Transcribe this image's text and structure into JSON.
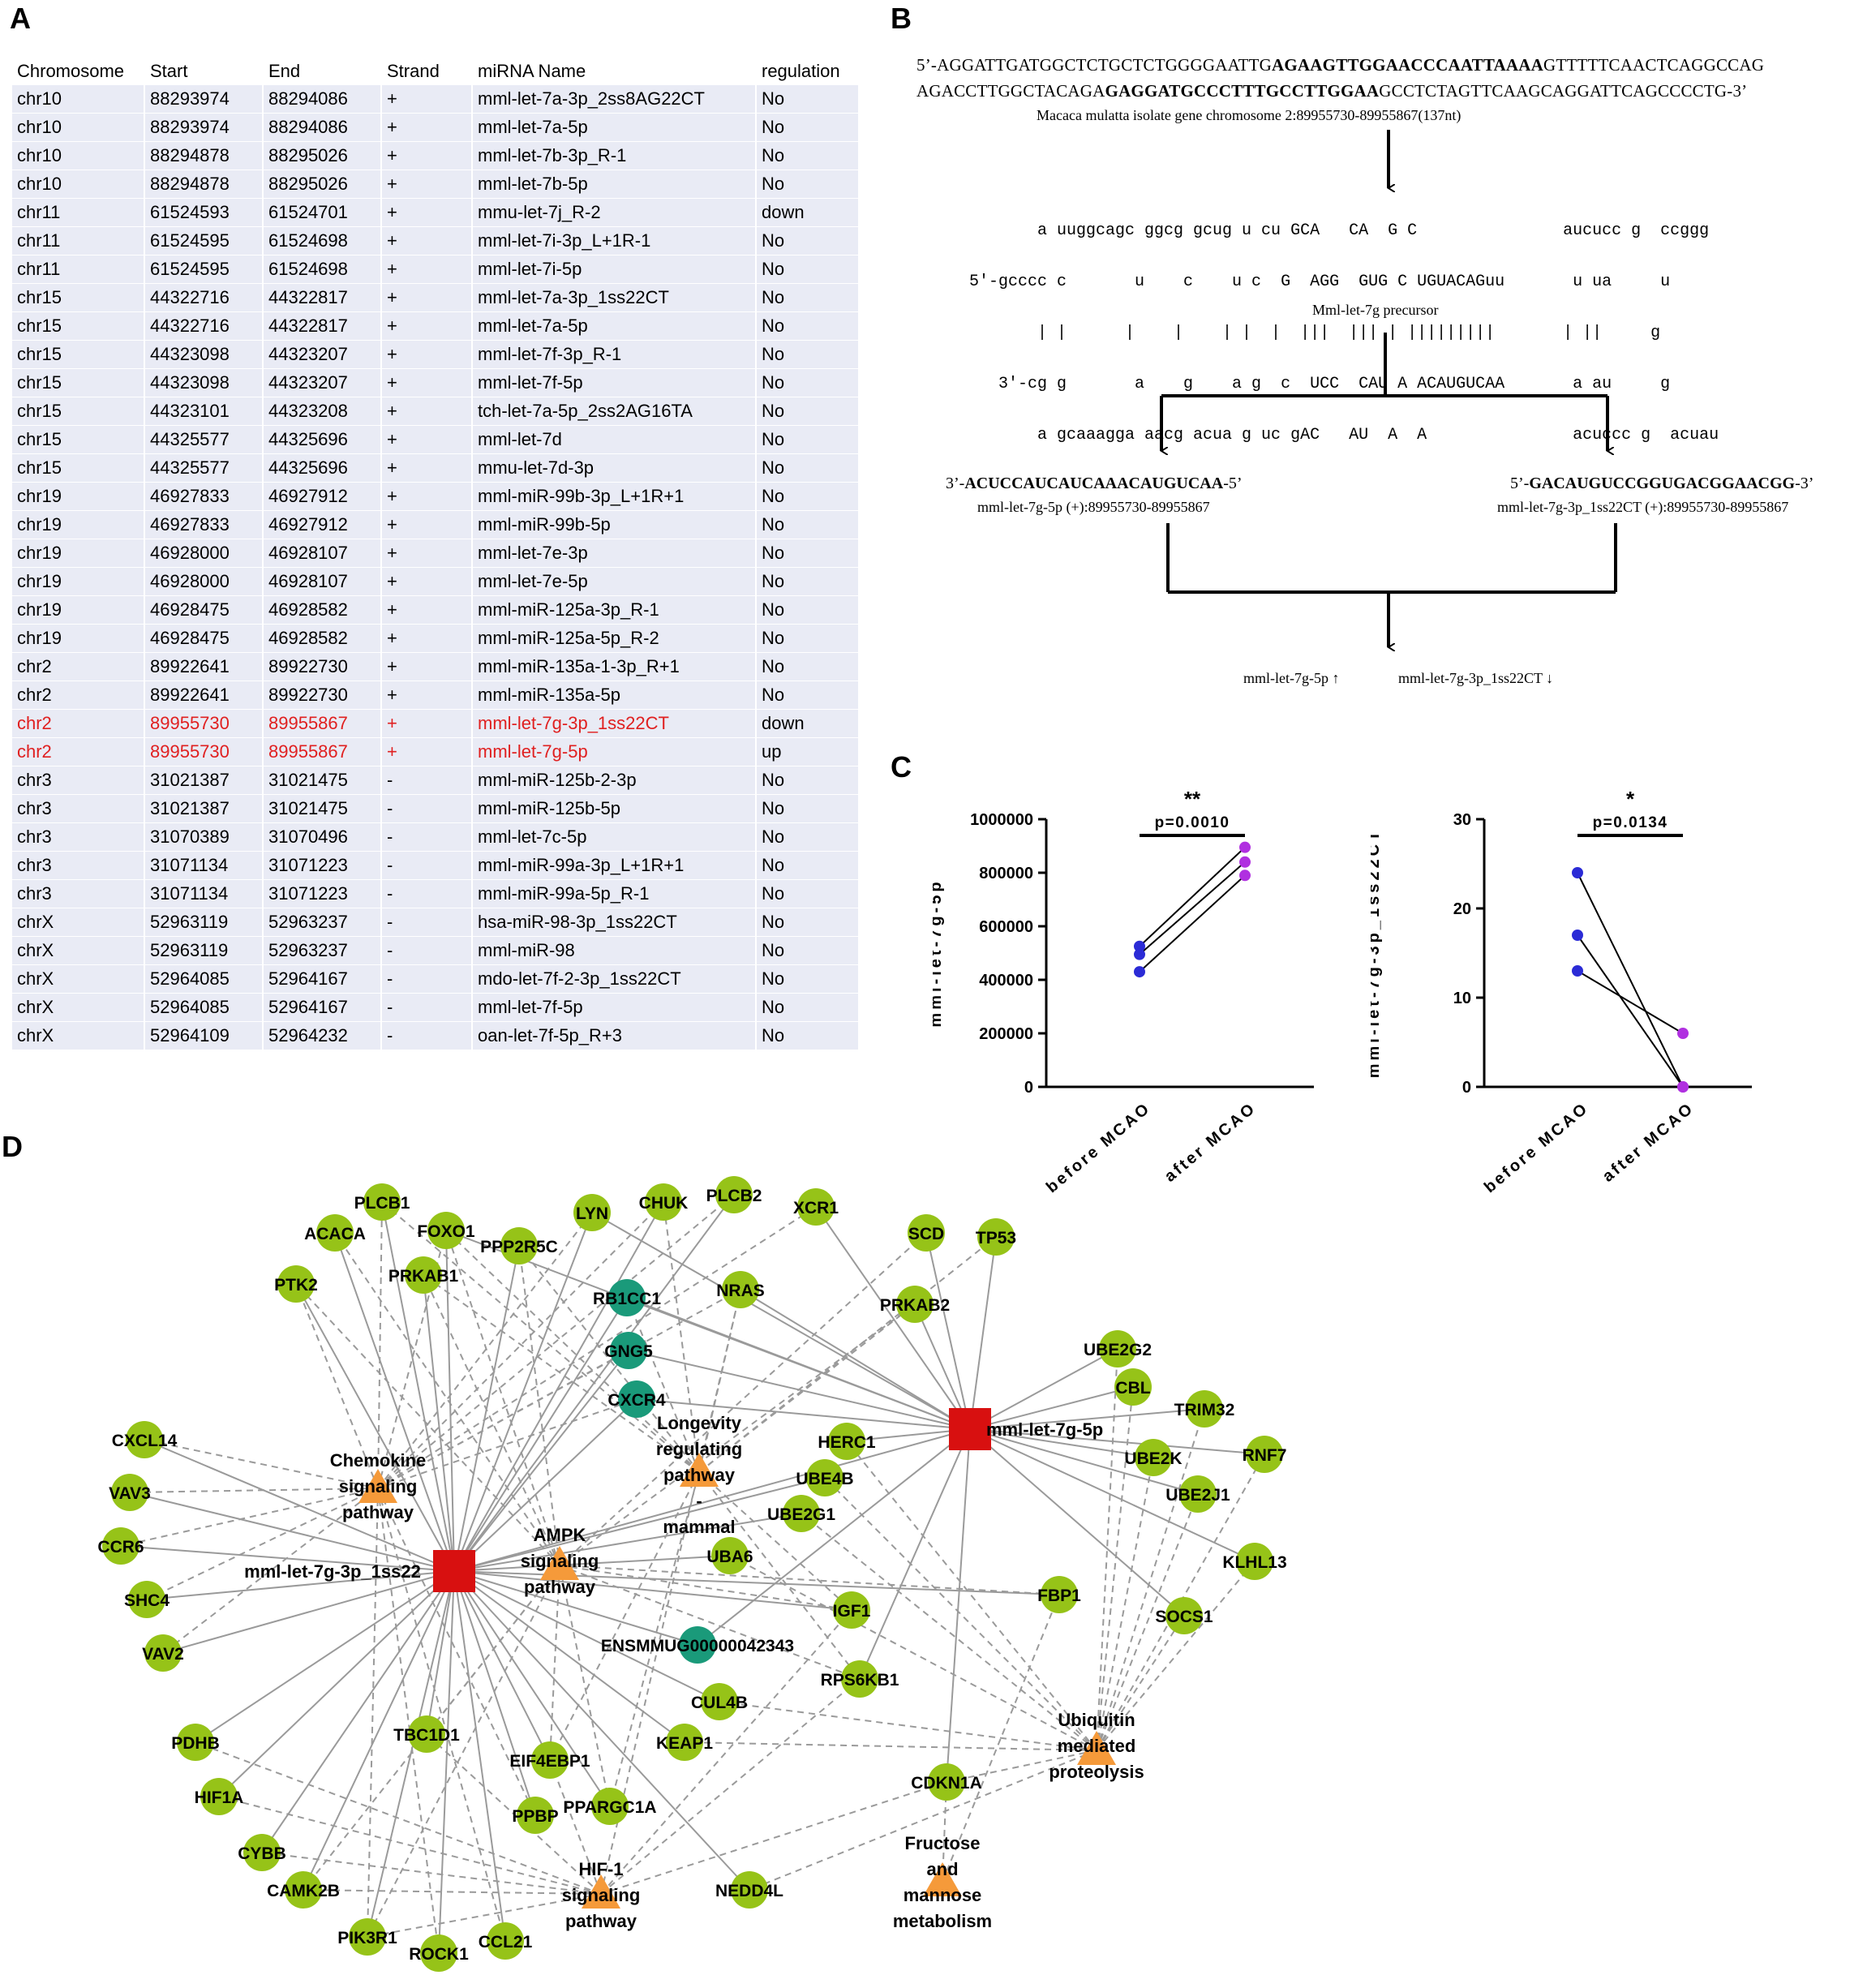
{
  "panels": {
    "a": "A",
    "b": "B",
    "c": "C",
    "d": "D"
  },
  "table": {
    "headers": [
      "Chromosome",
      "Start",
      "End",
      "Strand",
      "miRNA Name",
      "regulation"
    ],
    "rows": [
      [
        "chr10",
        "88293974",
        "88294086",
        "+",
        "mml-let-7a-3p_2ss8AG22CT",
        "No"
      ],
      [
        "chr10",
        "88293974",
        "88294086",
        "+",
        "mml-let-7a-5p",
        "No"
      ],
      [
        "chr10",
        "88294878",
        "88295026",
        "+",
        "mml-let-7b-3p_R-1",
        "No"
      ],
      [
        "chr10",
        "88294878",
        "88295026",
        "+",
        "mml-let-7b-5p",
        "No"
      ],
      [
        "chr11",
        "61524593",
        "61524701",
        "+",
        "mmu-let-7j_R-2",
        "down"
      ],
      [
        "chr11",
        "61524595",
        "61524698",
        "+",
        "mml-let-7i-3p_L+1R-1",
        "No"
      ],
      [
        "chr11",
        "61524595",
        "61524698",
        "+",
        "mml-let-7i-5p",
        "No"
      ],
      [
        "chr15",
        "44322716",
        "44322817",
        "+",
        "mml-let-7a-3p_1ss22CT",
        "No"
      ],
      [
        "chr15",
        "44322716",
        "44322817",
        "+",
        "mml-let-7a-5p",
        "No"
      ],
      [
        "chr15",
        "44323098",
        "44323207",
        "+",
        "mml-let-7f-3p_R-1",
        "No"
      ],
      [
        "chr15",
        "44323098",
        "44323207",
        "+",
        "mml-let-7f-5p",
        "No"
      ],
      [
        "chr15",
        "44323101",
        "44323208",
        "+",
        "tch-let-7a-5p_2ss2AG16TA",
        "No"
      ],
      [
        "chr15",
        "44325577",
        "44325696",
        "+",
        "mml-let-7d",
        "No"
      ],
      [
        "chr15",
        "44325577",
        "44325696",
        "+",
        "mmu-let-7d-3p",
        "No"
      ],
      [
        "chr19",
        "46927833",
        "46927912",
        "+",
        "mml-miR-99b-3p_L+1R+1",
        "No"
      ],
      [
        "chr19",
        "46927833",
        "46927912",
        "+",
        "mml-miR-99b-5p",
        "No"
      ],
      [
        "chr19",
        "46928000",
        "46928107",
        "+",
        "mml-let-7e-3p",
        "No"
      ],
      [
        "chr19",
        "46928000",
        "46928107",
        "+",
        "mml-let-7e-5p",
        "No"
      ],
      [
        "chr19",
        "46928475",
        "46928582",
        "+",
        "mml-miR-125a-3p_R-1",
        "No"
      ],
      [
        "chr19",
        "46928475",
        "46928582",
        "+",
        "mml-miR-125a-5p_R-2",
        "No"
      ],
      [
        "chr2",
        "89922641",
        "89922730",
        "+",
        "mml-miR-135a-1-3p_R+1",
        "No"
      ],
      [
        "chr2",
        "89922641",
        "89922730",
        "+",
        "mml-miR-135a-5p",
        "No"
      ],
      [
        "chr2",
        "89955730",
        "89955867",
        "+",
        "mml-let-7g-3p_1ss22CT",
        "down"
      ],
      [
        "chr2",
        "89955730",
        "89955867",
        "+",
        "mml-let-7g-5p",
        "up"
      ],
      [
        "chr3",
        "31021387",
        "31021475",
        "-",
        "mml-miR-125b-2-3p",
        "No"
      ],
      [
        "chr3",
        "31021387",
        "31021475",
        "-",
        "mml-miR-125b-5p",
        "No"
      ],
      [
        "chr3",
        "31070389",
        "31070496",
        "-",
        "mml-let-7c-5p",
        "No"
      ],
      [
        "chr3",
        "31071134",
        "31071223",
        "-",
        "mml-miR-99a-3p_L+1R+1",
        "No"
      ],
      [
        "chr3",
        "31071134",
        "31071223",
        "-",
        "mml-miR-99a-5p_R-1",
        "No"
      ],
      [
        "chrX",
        "52963119",
        "52963237",
        "-",
        "hsa-miR-98-3p_1ss22CT",
        "No"
      ],
      [
        "chrX",
        "52963119",
        "52963237",
        "-",
        "mml-miR-98",
        "No"
      ],
      [
        "chrX",
        "52964085",
        "52964167",
        "-",
        "mdo-let-7f-2-3p_1ss22CT",
        "No"
      ],
      [
        "chrX",
        "52964085",
        "52964167",
        "-",
        "mml-let-7f-5p",
        "No"
      ],
      [
        "chrX",
        "52964109",
        "52964232",
        "-",
        "oan-let-7f-5p_R+3",
        "No"
      ]
    ],
    "highlight_rows": [
      22,
      23
    ],
    "highlight_color": "#e02020"
  },
  "panel_b": {
    "seq_line1_a": "5’-AGGATTGATGGCTCTGCTCTGGGGAATTG",
    "seq_line1_b": "AGAAGTTGGAACCCAATTAAAA",
    "seq_line1_c": "GTTTTTCAACTCAGGCCAG",
    "seq_line2_a": "AGACCTTGGCTACAGA",
    "seq_line2_b": "GAGGATGCCCTTTGCCTTGGAA",
    "seq_line2_c": "GCCTCTAGTTCAAGCAGGATTCAGCCCCTG-3’",
    "isolate": "Macaca mulatta isolate gene chromosome 2:89955730-89955867(137nt)",
    "hairpin": [
      "       a uuggcagc ggcg gcug u cu GCA   CA  G C               aucucc g  ccggg",
      "5'-gcccc c       u    c    u c  G  AGG  GUG C UGUACAGuu       u ua     u",
      "       | |      |    |    | |  |  |||  ||| | |||||||||       | ||     g",
      "   3'-cg g       a    g    a g  c  UCC  CAU A ACAUGUCAA       a au     g",
      "       a gcaaagga aacg acua g uc gAC   AU  A  A               acuccc g  acuau"
    ],
    "precursor": "Mml-let-7g precursor",
    "left_seq_a": "3’-",
    "left_seq_b": "ACUCCAUCAUCAAACAUGUCAA",
    "left_seq_c": "-5’",
    "left_label": "mml-let-7g-5p (+):89955730-89955867",
    "right_seq_a": "5’-",
    "right_seq_b": "GACAUGUCCGGUGACGGAACGG",
    "right_seq_c": "-3’",
    "right_label": "mml-let-7g-3p_1ss22CT (+):89955730-89955867",
    "result_left": "mml-let-7g-5p  ↑",
    "result_right": "mml-let-7g-3p_1ss22CT ↓"
  },
  "chart_data": [
    {
      "type": "scatter",
      "ylabel": "mml-let-7g-5p",
      "categories": [
        "before MCAO",
        "after MCAO"
      ],
      "ylim": [
        0,
        1000000
      ],
      "yticks": [
        "0",
        "200000",
        "400000",
        "600000",
        "800000",
        "1000000"
      ],
      "pairs": [
        [
          525000,
          895000
        ],
        [
          495000,
          840000
        ],
        [
          430000,
          790000
        ]
      ],
      "significance": "**",
      "pvalue": "p=0.0010",
      "colors": {
        "before": "#2b2bd6",
        "after": "#b030e0"
      }
    },
    {
      "type": "scatter",
      "ylabel": "mml-let-7g-3p_1ss22CT",
      "categories": [
        "before MCAO",
        "after MCAO"
      ],
      "ylim": [
        0,
        30
      ],
      "yticks": [
        "0",
        "10",
        "20",
        "30"
      ],
      "pairs": [
        [
          24,
          0
        ],
        [
          17,
          0
        ],
        [
          13,
          6
        ]
      ],
      "significance": "*",
      "pvalue": "p=0.0134",
      "colors": {
        "before": "#2b2bd6",
        "after": "#b030e0"
      }
    }
  ],
  "network": {
    "colors": {
      "gene": "#96c318",
      "gene_teal": "#1a9a7a",
      "mirna": "#d81010",
      "pathway": "#f59a3a",
      "edge": "#9a9a9a"
    },
    "mirnas": [
      {
        "id": "m1",
        "label": "mml-let-7g-3p_1ss22",
        "lx": -150
      },
      {
        "id": "m2",
        "label": "mml-let-7g-5p",
        "lx": 20
      }
    ],
    "pathways": [
      {
        "id": "p1",
        "label": [
          "Chemokine",
          "signaling",
          "pathway"
        ]
      },
      {
        "id": "p2",
        "label": [
          "AMPK",
          "signaling",
          "pathway"
        ]
      },
      {
        "id": "p3",
        "label": [
          "Longevity",
          "regulating",
          "pathway",
          "-",
          "mammal"
        ]
      },
      {
        "id": "p4",
        "label": [
          "HIF-1",
          "signaling",
          "pathway"
        ]
      },
      {
        "id": "p5",
        "label": [
          "Ubiquitin",
          "mediated",
          "proteolysis"
        ]
      },
      {
        "id": "p6",
        "label": [
          "Fructose",
          "and",
          "mannose",
          "metabolism"
        ]
      }
    ],
    "genes": [
      "PLCB1",
      "ACACA",
      "FOXO1",
      "PPP2R5C",
      "LYN",
      "CHUK",
      "PLCB2",
      "XCR1",
      "SCD",
      "TP53",
      "PTK2",
      "PRKAB1",
      "RB1CC1",
      "NRAS",
      "PRKAB2",
      "GNG5",
      "CXCR4",
      "UBE2G2",
      "CBL",
      "TRIM32",
      "CXCL14",
      "VAV3",
      "CCR6",
      "SHC4",
      "VAV2",
      "HERC1",
      "UBE4B",
      "UBE2G1",
      "UBA6",
      "UBE2K",
      "RNF7",
      "UBE2J1",
      "KLHL13",
      "FBP1",
      "SOCS1",
      "IGF1",
      "ENSMMUG00000042343",
      "RPS6KB1",
      "CUL4B",
      "KEAP1",
      "PDHB",
      "TBC1D1",
      "EIF4EBP1",
      "HIF1A",
      "PPBP",
      "PPARGC1A",
      "CDKN1A",
      "CYBB",
      "CAMK2B",
      "NEDD4L",
      "PIK3R1",
      "ROCK1",
      "CCL21"
    ]
  }
}
